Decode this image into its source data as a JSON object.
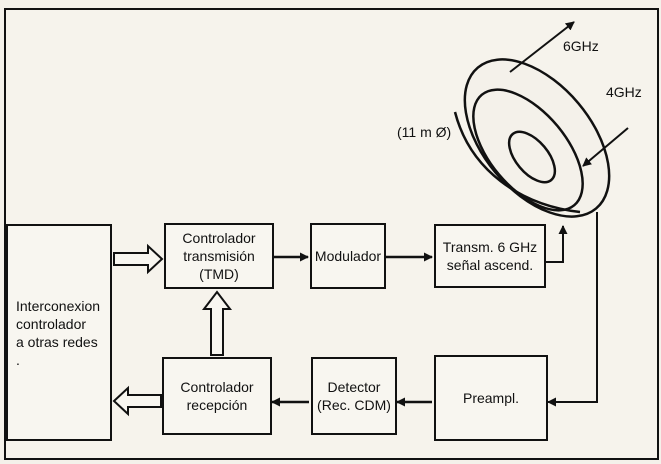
{
  "blocks": {
    "interconexion": "Interconexion\ncontrolador\na otras redes\n.",
    "controlador_tx": "Controlador\ntransmisión\n(TMD)",
    "modulador": "Modulador",
    "transmisor": "Transm. 6 GHz\nseñal ascend.",
    "controlador_rx": "Controlador\nrecepción",
    "detector": "Detector\n(Rec. CDM)",
    "preampl": "Preampl."
  },
  "antenna": {
    "uplink_label": "6GHz",
    "downlink_label": "4GHz",
    "size_label": "(11 m Ø)"
  },
  "colors": {
    "ink": "#111111",
    "paper": "#f4f1ea"
  }
}
